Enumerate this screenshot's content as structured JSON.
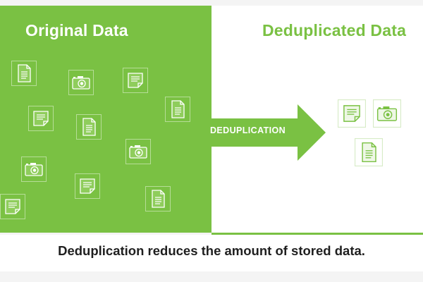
{
  "diagram": {
    "left_title": "Original Data",
    "right_title": "Deduplicated Data",
    "arrow_label": "DEDUPLICATION",
    "caption": "Deduplication reduces the amount of stored data."
  },
  "colors": {
    "accent_green": "#7ac143",
    "panel_white": "#ffffff",
    "caption_text": "#1f1f1f"
  },
  "icons": {
    "original": [
      "document-icon",
      "camera-icon",
      "note-icon",
      "note-icon",
      "document-icon",
      "document-icon",
      "camera-icon",
      "camera-icon",
      "note-icon",
      "document-icon",
      "note-icon"
    ],
    "deduplicated": [
      "note-icon",
      "camera-icon",
      "document-icon"
    ]
  }
}
